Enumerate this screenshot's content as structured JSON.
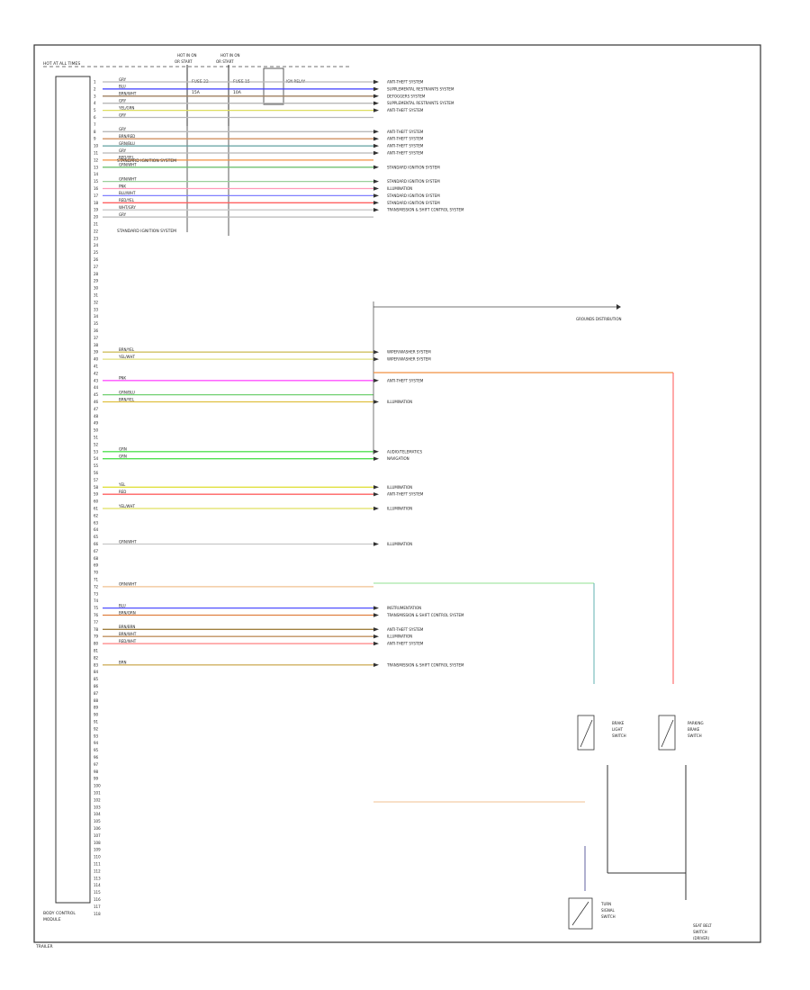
{
  "header": {
    "hot_label": "HOT AT ALL TIMES",
    "fuse_a_hot": "HOT IN ON",
    "fuse_a_sub": "OR START",
    "fuse_a_name": "FUSE 22",
    "fuse_a_amp": "15A",
    "fuse_b_hot": "HOT IN ON",
    "fuse_b_sub": "OR START",
    "fuse_b_name": "FUSE 15",
    "fuse_b_amp": "10A",
    "relay_label": "IGN RELAY"
  },
  "module": {
    "label1": "BODY CONTROL",
    "label2": "MODULE"
  },
  "top_notes": [
    {
      "pin": "19",
      "text": "STANDARD IGNITION SYSTEM"
    },
    {
      "pin": "29",
      "text": "STANDARD IGNITION SYSTEM"
    }
  ],
  "pins": [
    "1",
    "2",
    "3",
    "4",
    "5",
    "6",
    "7",
    "8",
    "9",
    "10",
    "11",
    "12",
    "13",
    "14",
    "15",
    "16",
    "17",
    "18",
    "19",
    "20",
    "21",
    "22",
    "23",
    "24",
    "25",
    "26",
    "27",
    "28",
    "29",
    "30",
    "31",
    "32",
    "33",
    "34",
    "35",
    "36",
    "37",
    "38",
    "39",
    "40",
    "41",
    "42",
    "43",
    "44",
    "45",
    "46",
    "47",
    "48",
    "49",
    "50",
    "51",
    "52",
    "53",
    "54",
    "55",
    "56",
    "57",
    "58",
    "59",
    "60",
    "61",
    "62",
    "63",
    "64",
    "65",
    "66",
    "67",
    "68",
    "69",
    "70",
    "71",
    "72",
    "73",
    "74",
    "75",
    "76",
    "77",
    "78",
    "79",
    "80",
    "81",
    "82",
    "83",
    "84",
    "85",
    "86",
    "87",
    "88",
    "89",
    "90",
    "91",
    "92",
    "93",
    "94",
    "95",
    "96",
    "97",
    "98",
    "99",
    "100",
    "101",
    "102",
    "103",
    "104",
    "105",
    "106",
    "107",
    "108",
    "109",
    "110",
    "111",
    "112",
    "113",
    "114",
    "115",
    "116",
    "117",
    "118"
  ],
  "wires": [
    {
      "pin": "1",
      "color": "GRY",
      "hex": "#b8b8b8",
      "dest": "ANTI-THEFT SYSTEM"
    },
    {
      "pin": "2",
      "color": "BLU",
      "hex": "#3a3aff",
      "dest": "SUPPLEMENTAL RESTRAINTS SYSTEM"
    },
    {
      "pin": "3",
      "color": "BRN/WHT",
      "hex": "#a08060",
      "dest": "DEFOGGERS SYSTEM"
    },
    {
      "pin": "4",
      "color": "GRY",
      "hex": "#b8b8b8",
      "dest": "SUPPLEMENTAL RESTRAINTS SYSTEM"
    },
    {
      "pin": "5",
      "color": "YEL/GRN",
      "hex": "#dede60",
      "dest": "ANTI-THEFT SYSTEM"
    },
    {
      "pin": "6",
      "color": "GRY",
      "hex": "#b8b8b8",
      "dest": ""
    },
    {
      "pin": "8",
      "color": "GRY",
      "hex": "#b8b8b8",
      "dest": "ANTI-THEFT SYSTEM"
    },
    {
      "pin": "9",
      "color": "BRN/RED",
      "hex": "#d09060",
      "dest": "ANTI-THEFT SYSTEM"
    },
    {
      "pin": "10",
      "color": "GRN/BLU",
      "hex": "#60a0a0",
      "dest": "ANTI-THEFT SYSTEM"
    },
    {
      "pin": "11",
      "color": "GRY",
      "hex": "#b8b8b8",
      "dest": "ANTI-THEFT SYSTEM"
    },
    {
      "pin": "12",
      "color": "RED/YEL",
      "hex": "#f09040",
      "dest": ""
    },
    {
      "pin": "13",
      "color": "GRN/WHT",
      "hex": "#70c070",
      "dest": "STANDARD IGNITION SYSTEM"
    },
    {
      "pin": "15",
      "color": "GRN/WHT",
      "hex": "#9ad09a",
      "dest": "STANDARD IGNITION SYSTEM"
    },
    {
      "pin": "16",
      "color": "PNK",
      "hex": "#ff9ab8",
      "dest": "ILLUMINATION"
    },
    {
      "pin": "17",
      "color": "BLU/WHT",
      "hex": "#8080ff",
      "dest": "STANDARD IGNITION SYSTEM"
    },
    {
      "pin": "18",
      "color": "RED/YEL",
      "hex": "#ff6060",
      "dest": "STANDARD IGNITION SYSTEM"
    },
    {
      "pin": "19",
      "color": "WHT/GRY",
      "hex": "#c8c8c8",
      "dest": "TRANSMISSION & SHIFT CONTROL SYSTEM"
    },
    {
      "pin": "20",
      "color": "GRY",
      "hex": "#b8b8b8",
      "dest": ""
    },
    {
      "pin": "39",
      "color": "BRN/YEL",
      "hex": "#d0c060",
      "dest": "WIPER/WASHER SYSTEM"
    },
    {
      "pin": "40",
      "color": "YEL/WHT",
      "hex": "#e0e080",
      "dest": "WIPER/WASHER SYSTEM"
    },
    {
      "pin": "43",
      "color": "PNK",
      "hex": "#ff50ff",
      "dest": "ANTI-THEFT SYSTEM"
    },
    {
      "pin": "45",
      "color": "GRN/BLU",
      "hex": "#70d070",
      "dest": ""
    },
    {
      "pin": "46",
      "color": "BRN/YEL",
      "hex": "#e0c040",
      "dest": "ILLUMINATION"
    },
    {
      "pin": "53",
      "color": "GRN",
      "hex": "#50e050",
      "dest": "AUDIO/TELEMATICS"
    },
    {
      "pin": "54",
      "color": "GRN",
      "hex": "#50e050",
      "dest": "NAVIGATION"
    },
    {
      "pin": "58",
      "color": "YEL",
      "hex": "#e0e040",
      "dest": "ILLUMINATION"
    },
    {
      "pin": "59",
      "color": "RED",
      "hex": "#ff6060",
      "dest": "ANTI-THEFT SYSTEM"
    },
    {
      "pin": "61",
      "color": "YEL/WHT",
      "hex": "#e0e060",
      "dest": "ILLUMINATION"
    },
    {
      "pin": "66",
      "color": "GRN/WHT",
      "hex": "#c8c8c8",
      "dest": "ILLUMINATION"
    },
    {
      "pin": "72",
      "color": "ORN/WHT",
      "hex": "#f0c090",
      "dest": ""
    },
    {
      "pin": "75",
      "color": "BLU",
      "hex": "#5050ff",
      "dest": "INSTRUMENTATION"
    },
    {
      "pin": "76",
      "color": "BRN/ORN",
      "hex": "#e08040",
      "dest": "TRANSMISSION & SHIFT CONTROL SYSTEM"
    },
    {
      "pin": "78",
      "color": "BRN/BRN",
      "hex": "#a08040",
      "dest": "ANTI-THEFT SYSTEM"
    },
    {
      "pin": "79",
      "color": "BRN/WHT",
      "hex": "#c09060",
      "dest": "ILLUMINATION"
    },
    {
      "pin": "80",
      "color": "RED/WHT",
      "hex": "#ff8080",
      "dest": "ANTI-THEFT SYSTEM"
    },
    {
      "pin": "83",
      "color": "BRN",
      "hex": "#d0b060",
      "dest": "TRANSMISSION & SHIFT CONTROL SYSTEM"
    }
  ],
  "right_labels": {
    "grounds": "GROUNDS DISTRIBUTION",
    "s1": "BRAKE",
    "s1b": "LIGHT",
    "s1c": "SWITCH",
    "s2": "PARKING",
    "s2b": "BRAKE",
    "s2c": "SWITCH",
    "s3": "TURN",
    "s3b": "SIGNAL",
    "s3c": "SWITCH",
    "s4": "SEAT BELT",
    "s4b": "SWITCH",
    "s4c": "(DRIVER)"
  },
  "footer": "TRAILER"
}
